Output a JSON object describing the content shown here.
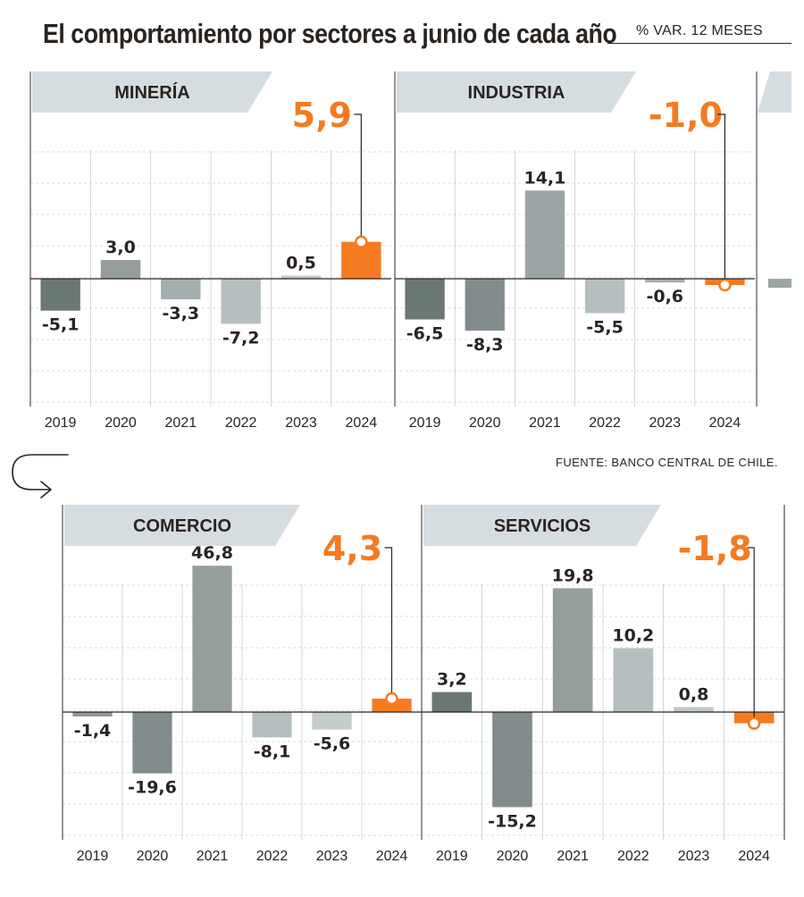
{
  "header": {
    "title": "El comportamiento por sectores a junio de cada año",
    "units": "% VAR. 12 MESES"
  },
  "source": "FUENTE: BANCO CENTRAL DE CHILE.",
  "colors": {
    "text": "#2a2420",
    "highlight": "#f47b20",
    "banner": "#d5dde1",
    "grid": "#b8bcbf",
    "divider": "#4a4f53"
  },
  "icons": [
    "continuation-arrow-icon"
  ],
  "chart_data": [
    {
      "type": "bar",
      "title": "MINERÍA",
      "categories": [
        "2019",
        "2020",
        "2021",
        "2022",
        "2023",
        "2024"
      ],
      "values": [
        -5.1,
        3.0,
        -3.3,
        -7.2,
        0.5,
        5.9
      ],
      "value_labels": [
        "-5,1",
        "3,0",
        "-3,3",
        "-7,2",
        "0,5",
        "5,9"
      ],
      "highlight": "2024",
      "ylim": [
        -20,
        20
      ],
      "grid": true
    },
    {
      "type": "bar",
      "title": "INDUSTRIA",
      "categories": [
        "2019",
        "2020",
        "2021",
        "2022",
        "2023",
        "2024"
      ],
      "values": [
        -6.5,
        -8.3,
        14.1,
        -5.5,
        -0.6,
        -1.0
      ],
      "value_labels": [
        "-6,5",
        "-8,3",
        "14,1",
        "-5,5",
        "-0,6",
        "-1,0"
      ],
      "highlight": "2024",
      "ylim": [
        -20,
        20
      ],
      "grid": true
    },
    {
      "type": "bar",
      "title": "COMERCIO",
      "categories": [
        "2019",
        "2020",
        "2021",
        "2022",
        "2023",
        "2024"
      ],
      "values": [
        -1.4,
        -19.6,
        46.8,
        -8.1,
        -5.6,
        4.3
      ],
      "value_labels": [
        "-1,4",
        "-19,6",
        "46,8",
        "-8,1",
        "-5,6",
        "4,3"
      ],
      "highlight": "2024",
      "ylim": [
        -20,
        20
      ],
      "grid": true
    },
    {
      "type": "bar",
      "title": "SERVICIOS",
      "categories": [
        "2019",
        "2020",
        "2021",
        "2022",
        "2023",
        "2024"
      ],
      "values": [
        3.2,
        -15.2,
        19.8,
        10.2,
        0.8,
        -1.8
      ],
      "value_labels": [
        "3,2",
        "-15,2",
        "19,8",
        "10,2",
        "0,8",
        "-1,8"
      ],
      "highlight": "2024",
      "ylim": [
        -20,
        20
      ],
      "grid": true
    }
  ]
}
